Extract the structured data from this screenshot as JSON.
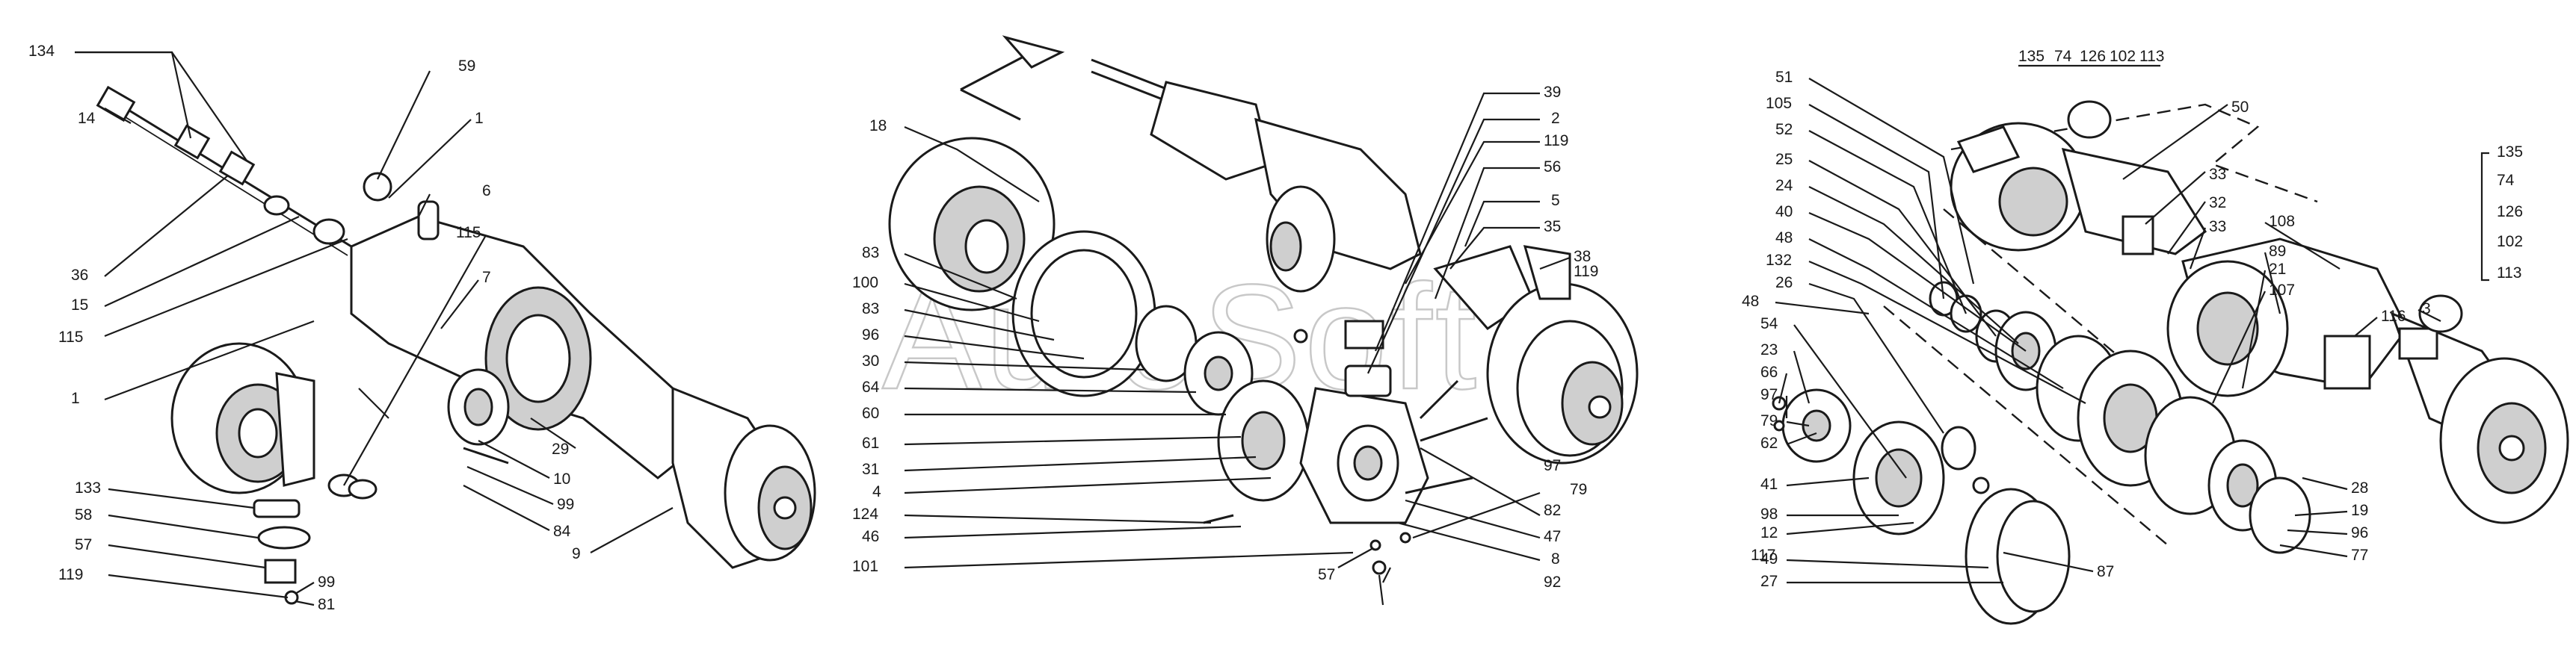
{
  "watermark": "AutoSoft",
  "groups": {
    "left": {
      "labels": [
        "134",
        "14",
        "59",
        "1",
        "6",
        "36",
        "15",
        "115",
        "115",
        "7",
        "1",
        "29",
        "10",
        "99",
        "84",
        "9",
        "133",
        "58",
        "57",
        "119",
        "99",
        "81"
      ]
    },
    "middle": {
      "labels": [
        "18",
        "83",
        "100",
        "83",
        "96",
        "30",
        "64",
        "60",
        "61",
        "31",
        "4",
        "124",
        "46",
        "101",
        "57",
        "39",
        "2",
        "119",
        "56",
        "5",
        "35",
        "38",
        "119",
        "97",
        "79",
        "82",
        "47",
        "8",
        "92"
      ]
    },
    "right": {
      "labels": [
        "51",
        "105",
        "52",
        "25",
        "24",
        "40",
        "48",
        "132",
        "48",
        "26",
        "54",
        "23",
        "66",
        "97",
        "79",
        "62",
        "41",
        "98",
        "12",
        "49",
        "117",
        "27",
        "50",
        "33",
        "32",
        "33",
        "108",
        "89",
        "21",
        "107",
        "116",
        "28",
        "19",
        "96",
        "77",
        "87",
        "3"
      ],
      "stack_top": [
        "135",
        "74",
        "126",
        "102",
        "113"
      ],
      "stack_side": [
        "135",
        "74",
        "126",
        "102",
        "113"
      ]
    }
  }
}
